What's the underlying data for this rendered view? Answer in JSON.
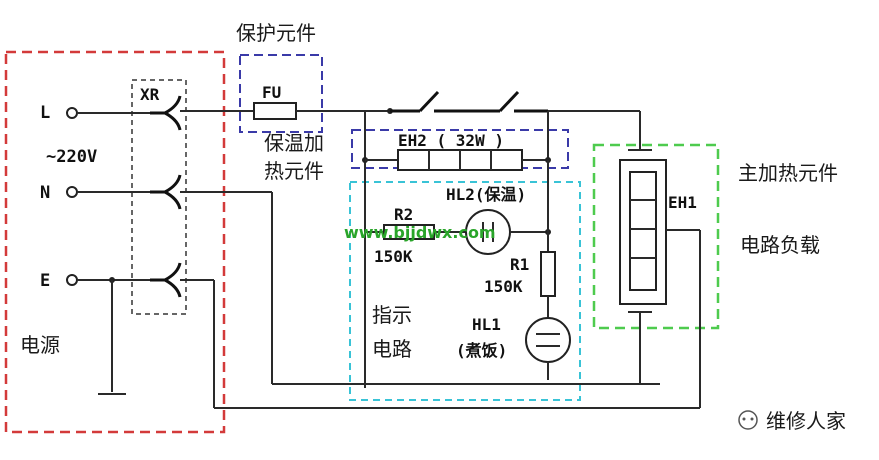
{
  "regions": {
    "protection": "保护元件",
    "power": "电源",
    "keep_warm_heater": [
      "保温加",
      "热元件"
    ],
    "main_heater": "主加热元件",
    "circuit_load": "电路负载",
    "indicator": [
      "指示",
      "电路"
    ]
  },
  "terminals": {
    "L": "L",
    "N": "N",
    "E": "E",
    "voltage": "~220V"
  },
  "components": {
    "socket": "XR",
    "fuse": "FU",
    "eh2": "EH2 ( 32W )",
    "eh1": "EH1",
    "hl2": "HL2(保温)",
    "hl1": "HL1",
    "hl1_note": "(煮饭)",
    "r2": "R2",
    "r2_value": "150K",
    "r1": "R1",
    "r1_value": "150K"
  },
  "watermark": "www.bjjdwx.com",
  "brand": "维修人家",
  "colors": {
    "power_box": "#d33a3a",
    "protection_box": "#3a3aa8",
    "keep_warm_box": "#3a3aa8",
    "indicator_box": "#39c3d6",
    "main_heater_box": "#4ecb4e"
  }
}
